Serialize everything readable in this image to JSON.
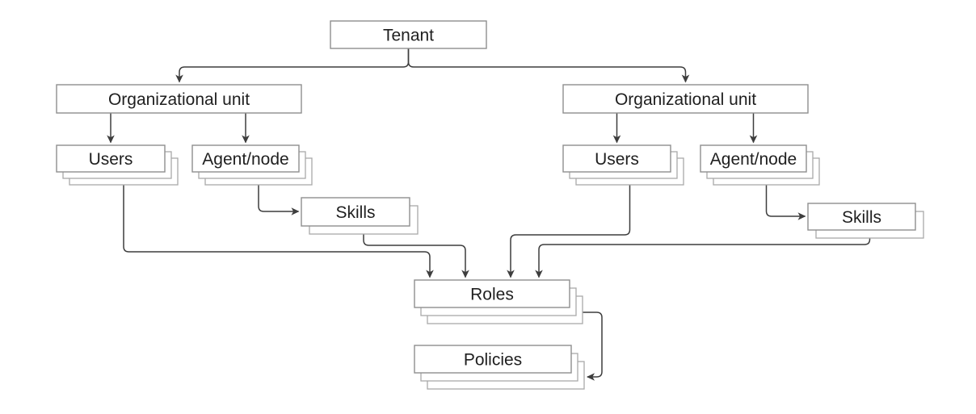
{
  "diagram": {
    "background": "#ffffff",
    "colors": {
      "node_fill": "#ffffff",
      "node_border": "#8f8f8f",
      "stack_border": "#a9a9a9",
      "connector": "#3d3d3d",
      "label_text": "#1f1f1f",
      "background": "#ffffff"
    },
    "nodes": {
      "tenant": {
        "label": "Tenant",
        "stack": 1
      },
      "ou_left": {
        "label": "Organizational unit",
        "stack": 1
      },
      "ou_right": {
        "label": "Organizational unit",
        "stack": 1
      },
      "users_left": {
        "label": "Users",
        "stack": 3
      },
      "agent_left": {
        "label": "Agent/node",
        "stack": 3
      },
      "skills_left": {
        "label": "Skills",
        "stack": 2
      },
      "users_right": {
        "label": "Users",
        "stack": 3
      },
      "agent_right": {
        "label": "Agent/node",
        "stack": 3
      },
      "skills_right": {
        "label": "Skills",
        "stack": 2
      },
      "roles": {
        "label": "Roles",
        "stack": 3
      },
      "policies": {
        "label": "Policies",
        "stack": 3
      }
    },
    "edges": [
      {
        "from": "tenant",
        "to": "ou_left"
      },
      {
        "from": "tenant",
        "to": "ou_right"
      },
      {
        "from": "ou_left",
        "to": "users_left"
      },
      {
        "from": "ou_left",
        "to": "agent_left"
      },
      {
        "from": "ou_right",
        "to": "users_right"
      },
      {
        "from": "ou_right",
        "to": "agent_right"
      },
      {
        "from": "agent_left",
        "to": "skills_left"
      },
      {
        "from": "agent_right",
        "to": "skills_right"
      },
      {
        "from": "users_left",
        "to": "roles"
      },
      {
        "from": "skills_left",
        "to": "roles"
      },
      {
        "from": "users_right",
        "to": "roles"
      },
      {
        "from": "skills_right",
        "to": "roles"
      },
      {
        "from": "roles",
        "to": "policies"
      }
    ]
  }
}
